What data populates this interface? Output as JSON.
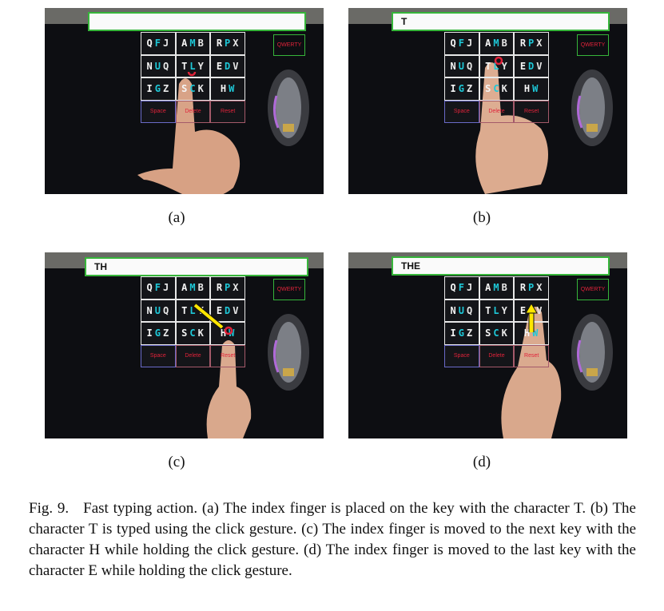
{
  "panels": [
    {
      "label": "(a)",
      "typed": ""
    },
    {
      "label": "(b)",
      "typed": "T"
    },
    {
      "label": "(c)",
      "typed": "TH"
    },
    {
      "label": "(d)",
      "typed": "THE"
    }
  ],
  "keyboard": {
    "rows": [
      [
        [
          "Q",
          "F",
          "J"
        ],
        [
          "A",
          "M",
          "B"
        ],
        [
          "R",
          "P",
          "X"
        ]
      ],
      [
        [
          "N",
          "U",
          "Q"
        ],
        [
          "T",
          "L",
          "Y"
        ],
        [
          "E",
          "D",
          "V"
        ]
      ],
      [
        [
          "I",
          "G",
          "Z"
        ],
        [
          "S",
          "C",
          "K"
        ],
        [
          "H",
          "W"
        ]
      ]
    ],
    "function_keys": [
      "Space",
      "Delete",
      "Reset"
    ],
    "layout_button": "QWERTY"
  },
  "colors": {
    "frame_green": "#36b53a",
    "key_cyan": "#1ec8d8",
    "fn_red": "#e0233a",
    "arrow_yellow": "#ffe600"
  },
  "caption": {
    "fig": "Fig. 9.",
    "text": "Fast typing action. (a) The index finger is placed on the key with the character T. (b) The character T is typed using the click gesture. (c) The index finger is moved to the next key with the character H while holding the click gesture. (d) The index finger is moved to the last key with the character E while holding the click gesture."
  }
}
